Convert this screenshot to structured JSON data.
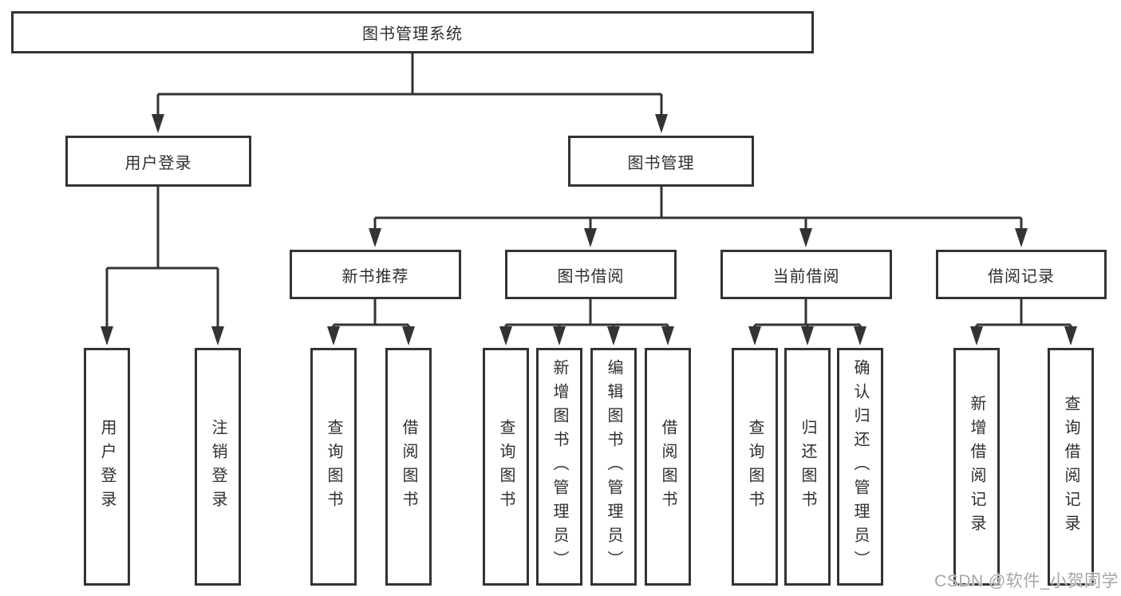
{
  "diagram": {
    "root": {
      "label": "图书管理系统"
    },
    "branches": [
      {
        "label": "用户登录",
        "children": [
          {
            "label": "用户登录"
          },
          {
            "label": "注销登录"
          }
        ]
      },
      {
        "label": "图书管理",
        "children": [
          {
            "label": "新书推荐",
            "children": [
              {
                "label": "查询图书"
              },
              {
                "label": "借阅图书"
              }
            ]
          },
          {
            "label": "图书借阅",
            "children": [
              {
                "label": "查询图书"
              },
              {
                "label": "新增图书（管理员）"
              },
              {
                "label": "编辑图书（管理员）"
              },
              {
                "label": "借阅图书"
              }
            ]
          },
          {
            "label": "当前借阅",
            "children": [
              {
                "label": "查询图书"
              },
              {
                "label": "归还图书"
              },
              {
                "label": "确认归还（管理员）"
              }
            ]
          },
          {
            "label": "借阅记录",
            "children": [
              {
                "label": "新增借阅记录"
              },
              {
                "label": "查询借阅记录"
              }
            ]
          }
        ]
      }
    ]
  },
  "watermark": {
    "text": "CSDN @软件_小贺同学"
  },
  "colors": {
    "line": "#333333",
    "box_border": "#333333",
    "text": "#2f2f2f",
    "background": "#ffffff",
    "watermark": "#9e9e9e"
  }
}
